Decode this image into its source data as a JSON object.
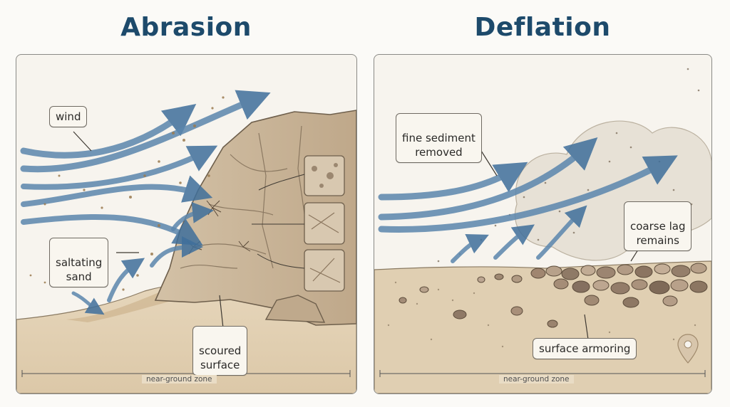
{
  "titles": {
    "left": "Abrasion",
    "right": "Deflation"
  },
  "abrasion": {
    "labels": {
      "wind": "wind",
      "saltating_sand": "saltating\nsand",
      "scoured_surface": "scoured\nsurface"
    },
    "zone": "near-ground zone"
  },
  "deflation": {
    "labels": {
      "fine_sediment": "fine sediment\nremoved",
      "coarse_lag": "coarse lag\nremains",
      "surface_armoring": "surface armoring"
    },
    "zone": "near-ground zone"
  },
  "colors": {
    "title": "#1d4a6b",
    "arrow": "#5b86ad",
    "sand": "#d8c3a0",
    "rock": "#c9b59a"
  },
  "icons": [
    "location-pin-icon"
  ]
}
